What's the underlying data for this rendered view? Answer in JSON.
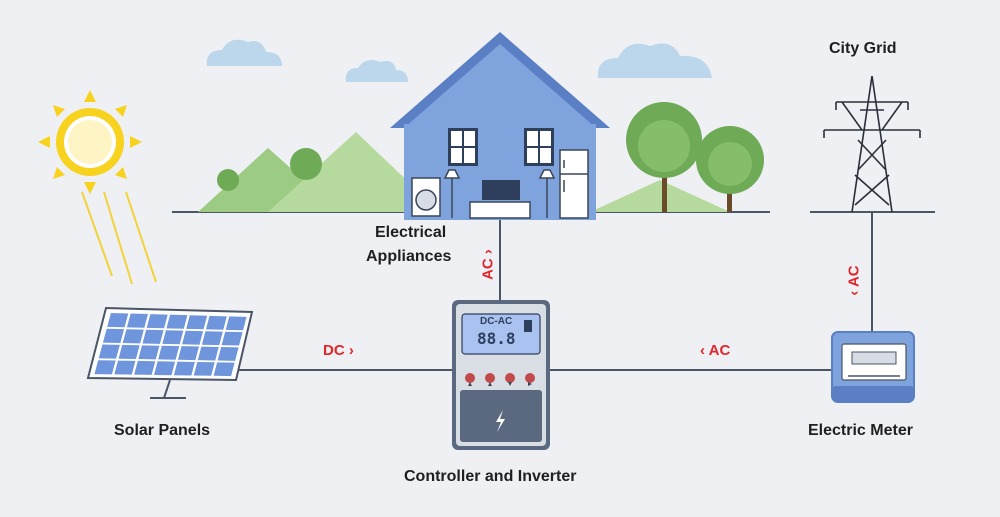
{
  "labels": {
    "solar_panels": "Solar Panels",
    "controller": "Controller and Inverter",
    "electric_meter": "Electric Meter",
    "city_grid": "City Grid",
    "appliances_line1": "Electrical",
    "appliances_line2": "Appliances"
  },
  "flows": {
    "solar_to_controller": "DC ›",
    "meter_to_controller": "‹ AC",
    "controller_to_house": "AC ›",
    "grid_to_meter": "‹ AC"
  },
  "device": {
    "screen_text": "DC-AC",
    "screen_digits": "88.8"
  },
  "colors": {
    "flow_label": "#e0262b",
    "house": "#7ea3dd",
    "house_roof": "#5a7fc4",
    "line": "#4a5566",
    "sun": "#f7d21e",
    "panel_cell": "#6f95dc",
    "device_body": "#5a6880",
    "device_screen": "#a9c2ef",
    "hill_green": "#9ccc84",
    "tree": "#6faa57"
  }
}
